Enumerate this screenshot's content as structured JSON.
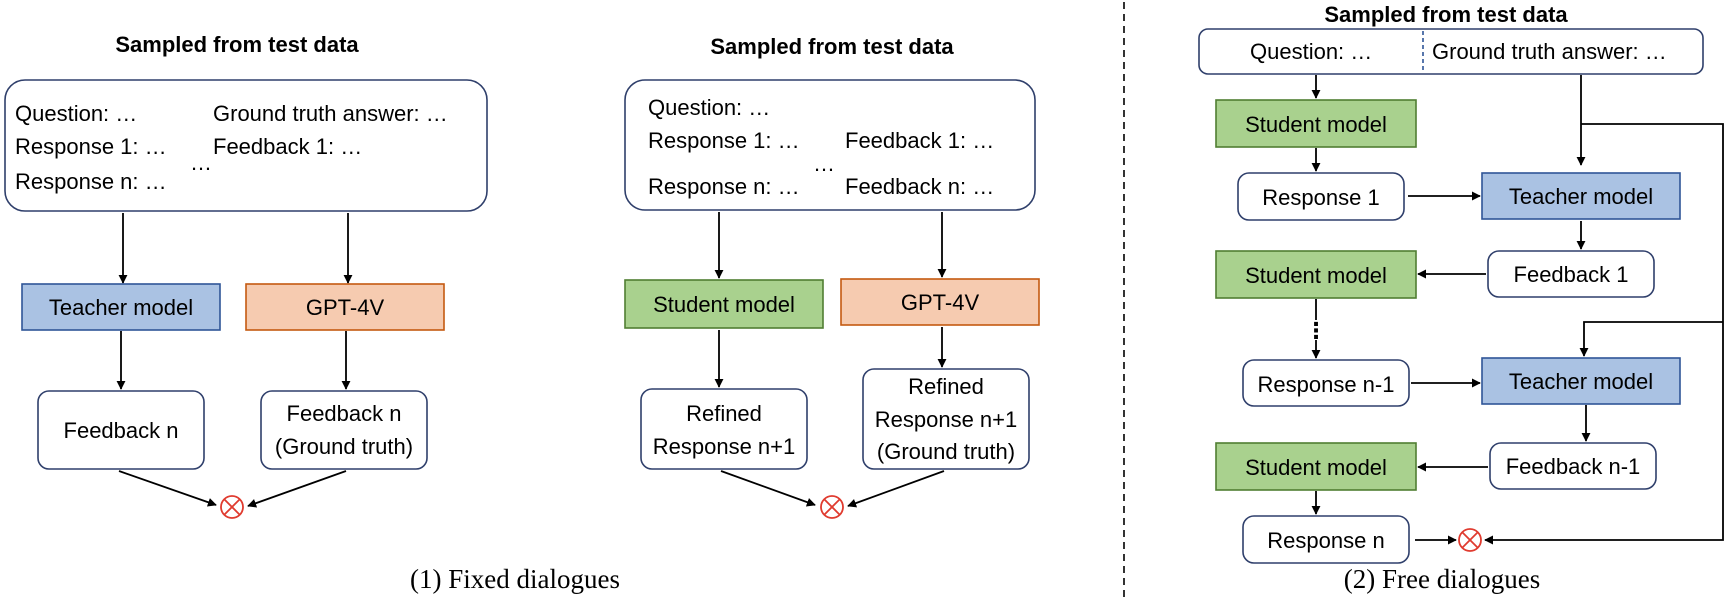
{
  "colors": {
    "teacher_fill": "#aac2e3",
    "student_fill": "#a9d18e",
    "gpt_fill": "#f6cbb0",
    "box_border": "#2f3f6b",
    "combine_symbol": "#e03b2f"
  },
  "combine_symbol": "⊗",
  "fixed_a": {
    "title": "Sampled from test data",
    "question": "Question: …",
    "response_1": "Response 1: …",
    "response_n": "Response n: …",
    "ellipsis": "…",
    "ground_truth": "Ground truth answer: …",
    "feedback_1": "Feedback 1: …",
    "teacher": "Teacher model",
    "gpt": "GPT-4V",
    "feedback_n": "Feedback n",
    "feedback_n_gt_1": "Feedback n",
    "feedback_n_gt_2": "(Ground truth)"
  },
  "fixed_b": {
    "title": "Sampled from test data",
    "question": "Question: …",
    "response_1": "Response 1: …",
    "feedback_1": "Feedback 1: …",
    "ellipsis": "…",
    "response_n": "Response n: …",
    "feedback_n": "Feedback n: …",
    "student": "Student model",
    "gpt": "GPT-4V",
    "refined_1": "Refined",
    "refined_2": "Response n+1",
    "refined_gt_1": "Refined",
    "refined_gt_2": "Response n+1",
    "refined_gt_3": "(Ground truth)"
  },
  "fixed_caption": "(1) Fixed dialogues",
  "free": {
    "title": "Sampled from test data",
    "question": "Question: …",
    "ground_truth": "Ground truth answer: …",
    "student": "Student model",
    "teacher": "Teacher model",
    "response_1": "Response 1",
    "feedback_1": "Feedback 1",
    "dots": "⋮",
    "response_n1": "Response n-1",
    "feedback_n1": "Feedback n-1",
    "response_n": "Response n"
  },
  "free_caption": "(2) Free dialogues"
}
